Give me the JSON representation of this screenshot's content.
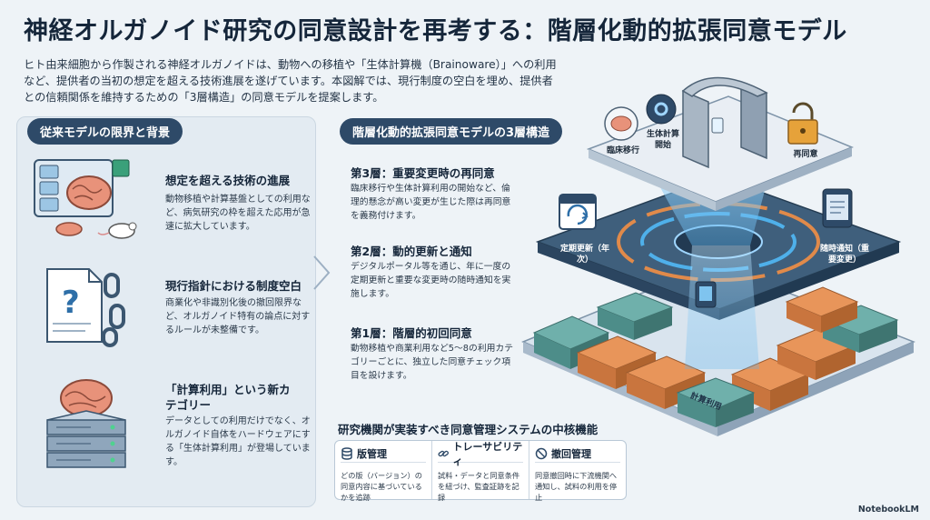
{
  "title": "神経オルガノイド研究の同意設計を再考する：階層化動的拡張同意モデル",
  "intro": "ヒト由来細胞から作製される神経オルガノイドは、動物への移植や「生体計算機（Brainoware）」への利用など、提供者の当初の想定を超える技術進展を遂げています。本図解では、現行制度の空白を埋め、提供者との信頼関係を維持するための「3層構造」の同意モデルを提案します。",
  "left": {
    "tag": "従来モデルの限界と背景",
    "items": [
      {
        "heading": "想定を超える技術の進展",
        "body": "動物移植や計算基盤としての利用など、病気研究の枠を超えた応用が急速に拡大しています。"
      },
      {
        "heading": "現行指針における制度空白",
        "body": "商業化や非識別化後の撤回限界など、オルガノイド特有の論点に対するルールが未整備です。"
      },
      {
        "heading": "「計算利用」という新カテゴリー",
        "body": "データとしての利用だけでなく、オルガノイド自体をハードウェアにする「生体計算利用」が登場しています。"
      }
    ]
  },
  "right": {
    "tag": "階層化動的拡張同意モデルの3層構造",
    "layers": [
      {
        "heading": "第3層：重要変更時の再同意",
        "body": "臨床移行や生体計算利用の開始など、倫理的懸念が高い変更が生じた際は再同意を義務付けます。"
      },
      {
        "heading": "第2層：動的更新と通知",
        "body": "デジタルポータル等を通じ、年に一度の定期更新と重要な変更時の随時通知を実施します。"
      },
      {
        "heading": "第1層：階層的初回同意",
        "body": "動物移植や商業利用など5〜8の利用カテゴリーごとに、独立した同意チェック項目を設けます。"
      }
    ]
  },
  "diagram": {
    "label_clinical": "臨床移行",
    "label_biocompute": "生体計算開始",
    "label_reconsent": "再同意",
    "label_annual": "定期更新（年次）",
    "label_notice": "随時通知（重要変更）",
    "label_compute_tile": "計算利用"
  },
  "functions": {
    "title": "研究機関が実装すべき同意管理システムの中核機能",
    "items": [
      {
        "heading": "版管理",
        "desc": "どの版（バージョン）の同意内容に基づいているかを追跡"
      },
      {
        "heading": "トレーサビリティ",
        "desc": "試料・データと同意条件を紐づけ、監査証跡を記録"
      },
      {
        "heading": "撤回管理",
        "desc": "同意撤回時に下流機関へ通知し、試料の利用を停止"
      }
    ]
  },
  "watermark": "NotebookLM",
  "colors": {
    "navy": "#2e4a68",
    "orange": "#e08a4a",
    "teal": "#5fa2a6",
    "accent_blue": "#3a8fd1"
  }
}
